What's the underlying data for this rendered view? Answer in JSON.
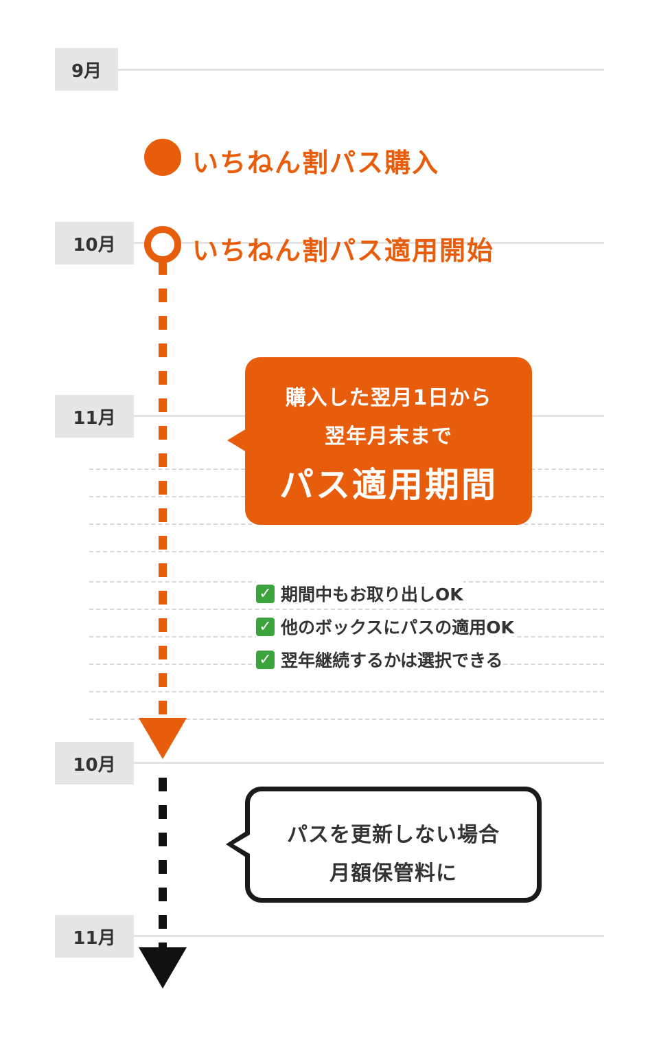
{
  "colors": {
    "accent": "#e85d0c",
    "text": "#333333",
    "check": "#3ba33c",
    "dark": "#111111"
  },
  "months": [
    "9月",
    "10月",
    "11月",
    "10月",
    "11月"
  ],
  "events": {
    "purchase": "いちねん割パス購入",
    "start": "いちねん割パス適用開始"
  },
  "period_bubble": {
    "line1": "購入した翌月1日から",
    "line2": "翌年月末まで",
    "line3": "パス適用期間"
  },
  "benefits": [
    {
      "icon": "check-mark-icon",
      "label": "期間中もお取り出しOK"
    },
    {
      "icon": "check-mark-icon",
      "label": "他のボックスにパスの適用OK"
    },
    {
      "icon": "check-mark-icon",
      "label": "翌年継続するかは選択できる"
    }
  ],
  "renewal_bubble": {
    "line1": "パスを更新しない場合",
    "line2": "月額保管料に"
  }
}
